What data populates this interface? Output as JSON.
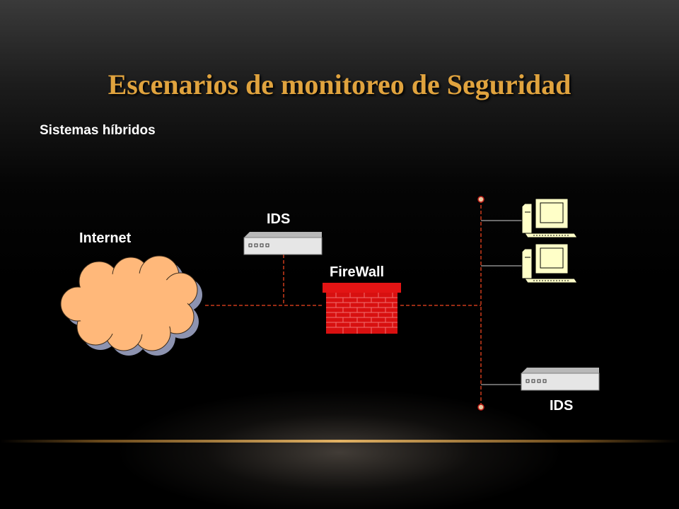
{
  "slide": {
    "title": "Escenarios de monitoreo de Seguridad",
    "subtitle": "Sistemas híbridos"
  },
  "diagram": {
    "labels": {
      "internet": "Internet",
      "ids_top": "IDS",
      "firewall": "FireWall",
      "ids_bottom": "IDS"
    },
    "colors": {
      "title": "#e0a33e",
      "cloud_fill": "#ffb87a",
      "cloud_shadow": "#8d93b0",
      "firewall": "#e31414",
      "link": "#cc3a1a",
      "device_body": "#e6e6e6",
      "workstation": "#ffffc8"
    }
  }
}
